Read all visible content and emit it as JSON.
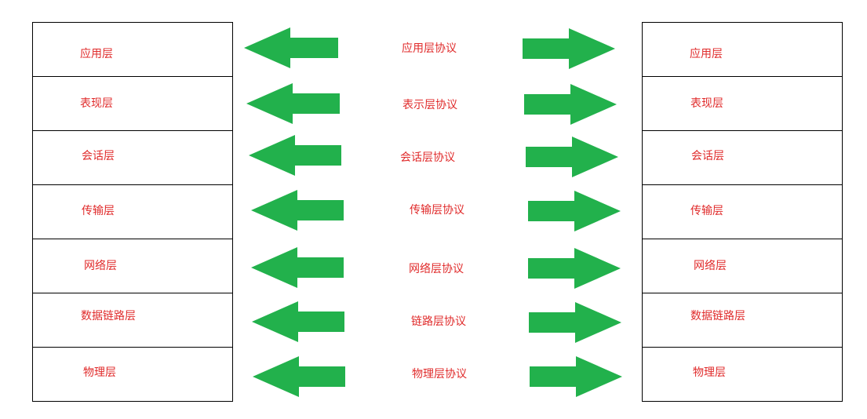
{
  "colors": {
    "label": "#e02b2b",
    "arrow": "#22b14c",
    "border": "#000000",
    "background": "#ffffff"
  },
  "left_stack": {
    "layers": [
      "应用层",
      "表现层",
      "会话层",
      "传输层",
      "网络层",
      "数据链路层",
      "物理层"
    ]
  },
  "right_stack": {
    "layers": [
      "应用层",
      "表现层",
      "会话层",
      "传输层",
      "网络层",
      "数据链路层",
      "物理层"
    ]
  },
  "protocols": [
    "应用层协议",
    "表示层协议",
    "会话层协议",
    "传输层协议",
    "网络层协议",
    "链路层协议",
    "物理层协议"
  ]
}
